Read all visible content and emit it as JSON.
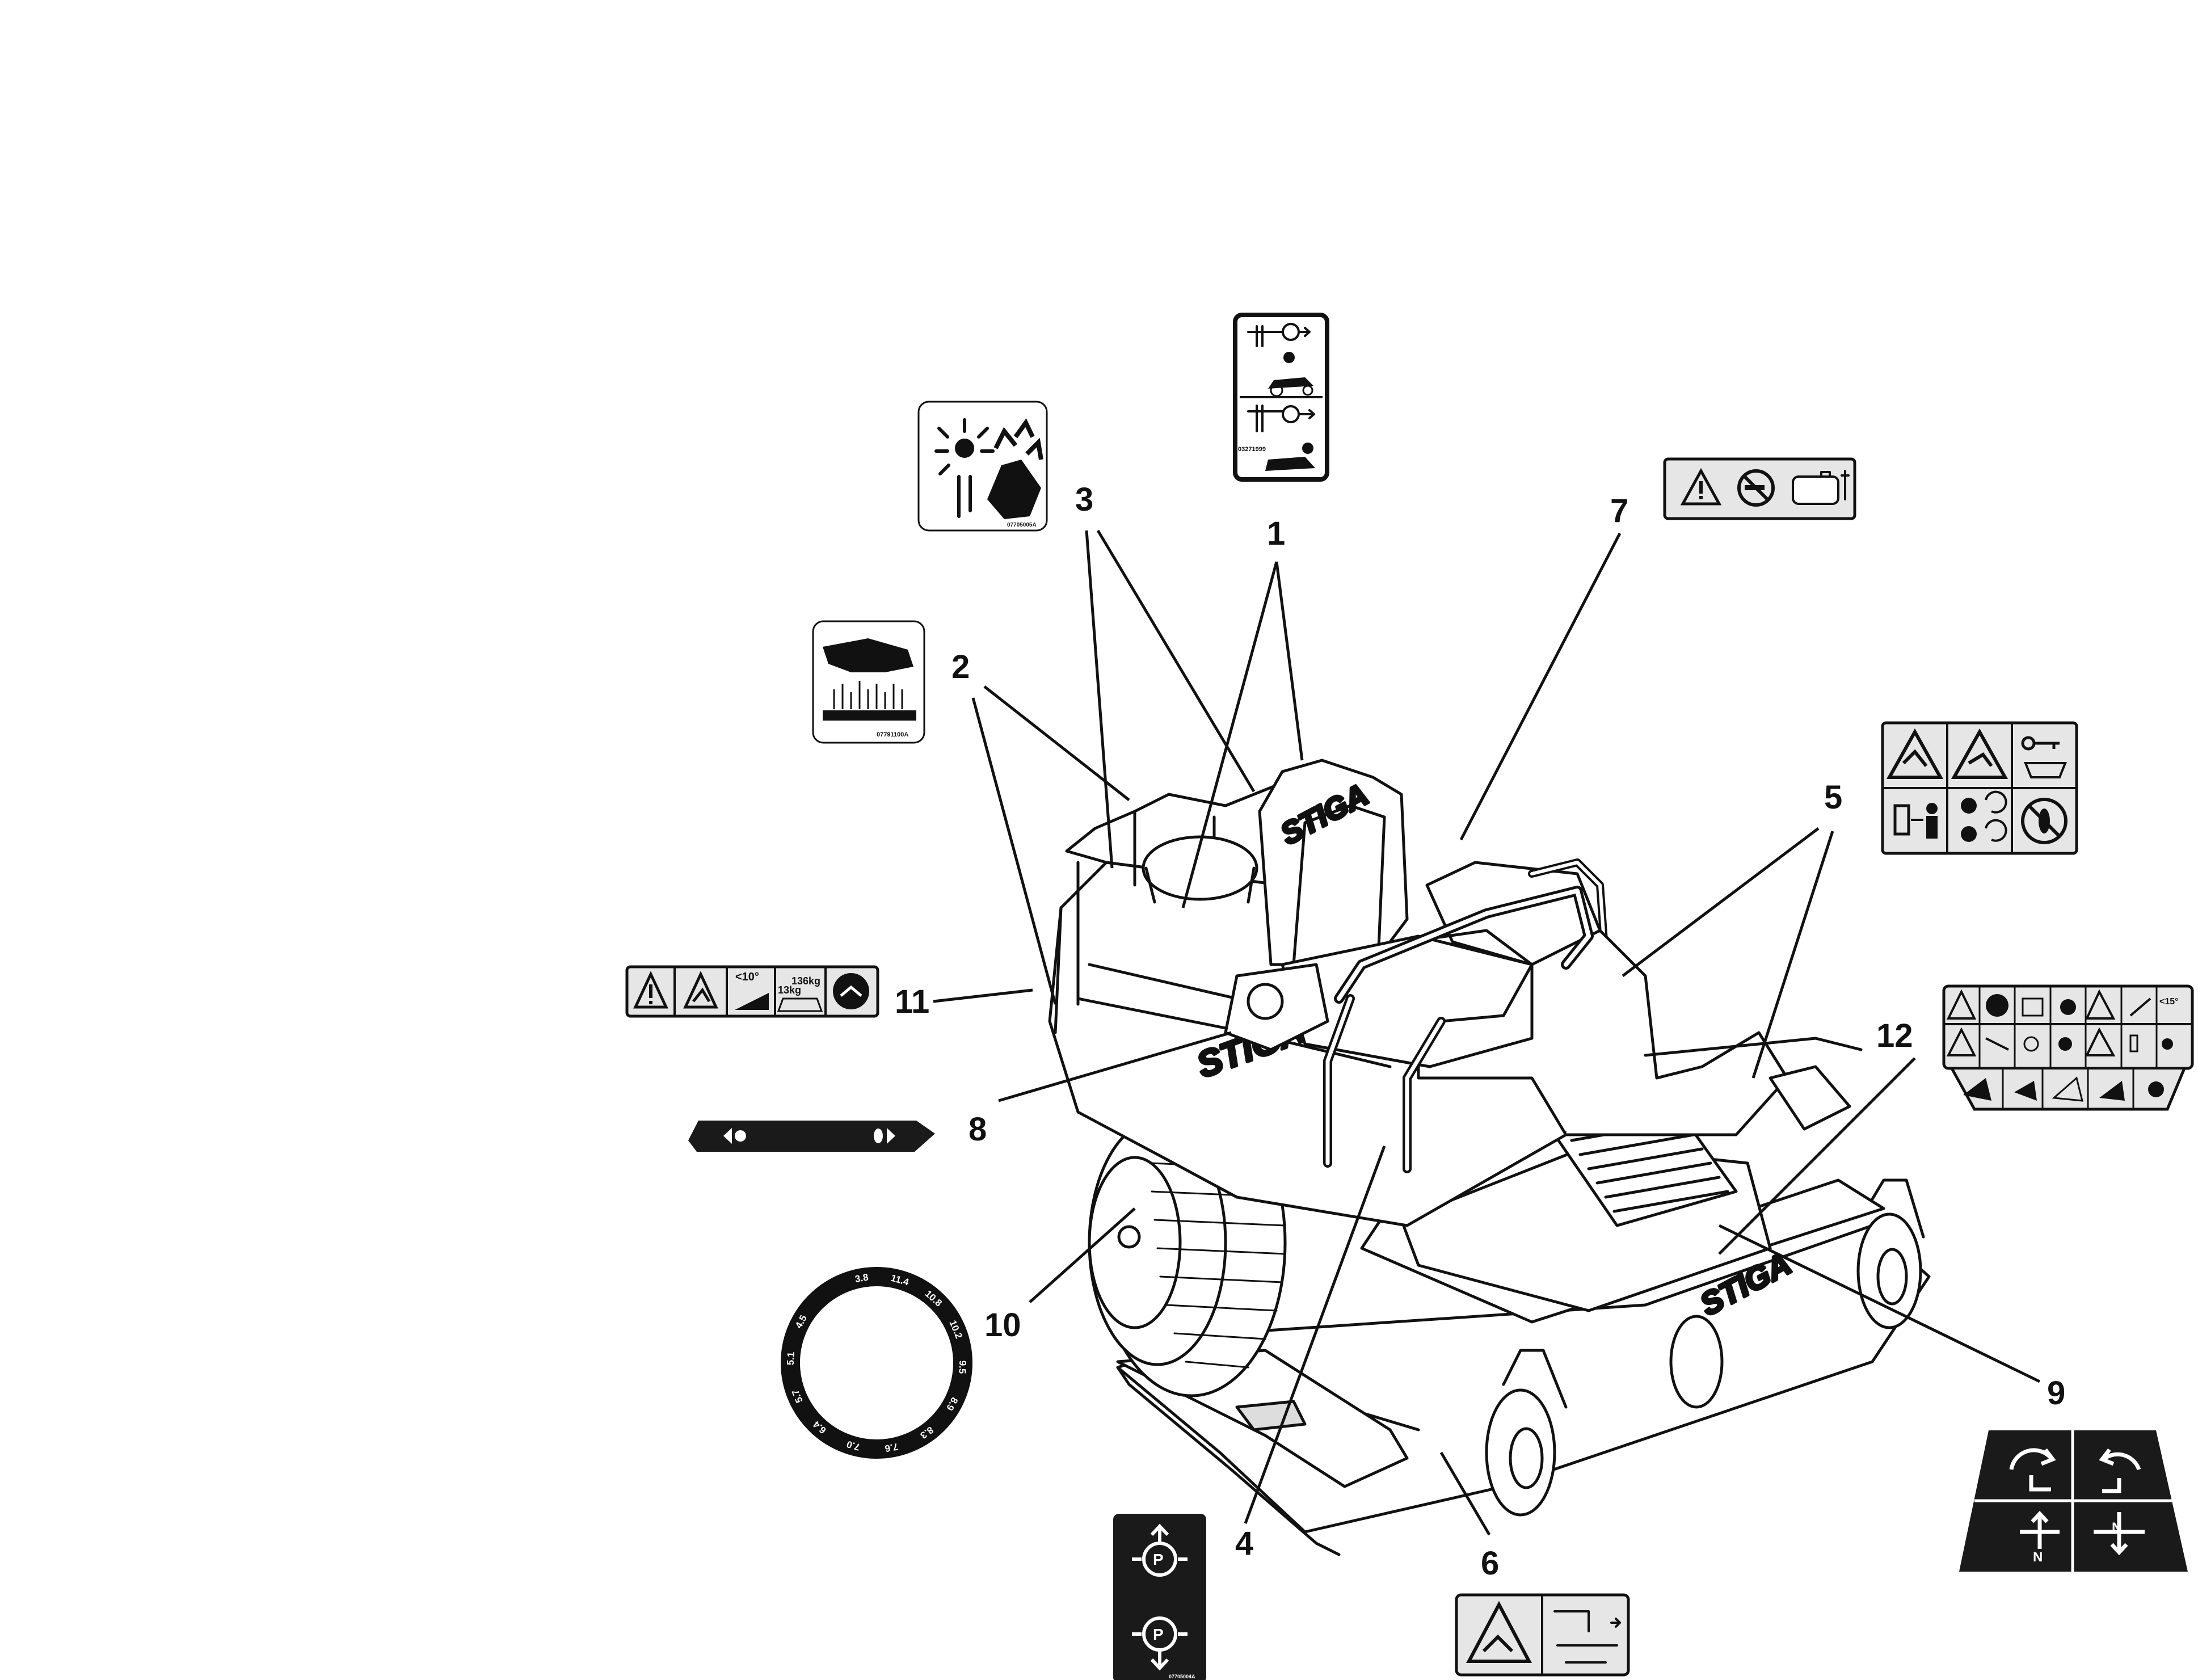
{
  "callouts": {
    "c1": "1",
    "c2": "2",
    "c3": "3",
    "c4": "4",
    "c5": "5",
    "c6": "6",
    "c7": "7",
    "c8": "8",
    "c9": "9",
    "c10": "10",
    "c11": "11",
    "c12": "12"
  },
  "machine": {
    "brand": "STIGA",
    "seat_brand": "STIGA",
    "deck_brand": "STIGA"
  },
  "decals": {
    "decal_1_code": "03271999",
    "decal_2_code": "07791100A",
    "decal_3_code": "07705005A",
    "decal_11": {
      "angle": "<10°",
      "load_small": "13kg",
      "load_large": "136kg"
    },
    "decal_12": {
      "angle": "<15°"
    },
    "decal_10_scale": [
      "3.8",
      "11.4",
      "10.8",
      "10.2",
      "9.5",
      "8.9",
      "8.3",
      "7.6",
      "7.0",
      "6.4",
      "5.7",
      "5.1",
      "4.5"
    ],
    "decal_9_letters": [
      "N",
      "N"
    ],
    "decal_4_code": "07705004A"
  },
  "colors": {
    "ink": "#111111",
    "panel": "#e6e6e6",
    "decal_dark": "#1a1a1a"
  }
}
